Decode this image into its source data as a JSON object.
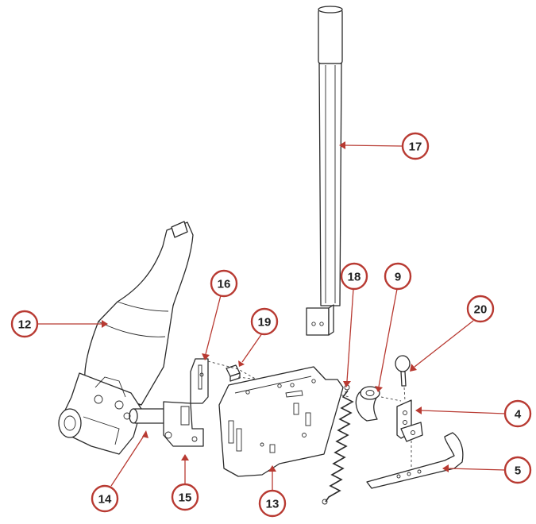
{
  "colors": {
    "callout_ring": "#b83a32",
    "leader_line": "#b83a32",
    "line_art": "#2b2b2b",
    "background": "#ffffff"
  },
  "callouts": [
    {
      "id": "c12",
      "label": "12"
    },
    {
      "id": "c14",
      "label": "14"
    },
    {
      "id": "c15",
      "label": "15"
    },
    {
      "id": "c16",
      "label": "16"
    },
    {
      "id": "c19",
      "label": "19"
    },
    {
      "id": "c13",
      "label": "13"
    },
    {
      "id": "c18",
      "label": "18"
    },
    {
      "id": "c9",
      "label": "9"
    },
    {
      "id": "c20",
      "label": "20"
    },
    {
      "id": "c4",
      "label": "4"
    },
    {
      "id": "c5",
      "label": "5"
    },
    {
      "id": "c17",
      "label": "17"
    }
  ]
}
